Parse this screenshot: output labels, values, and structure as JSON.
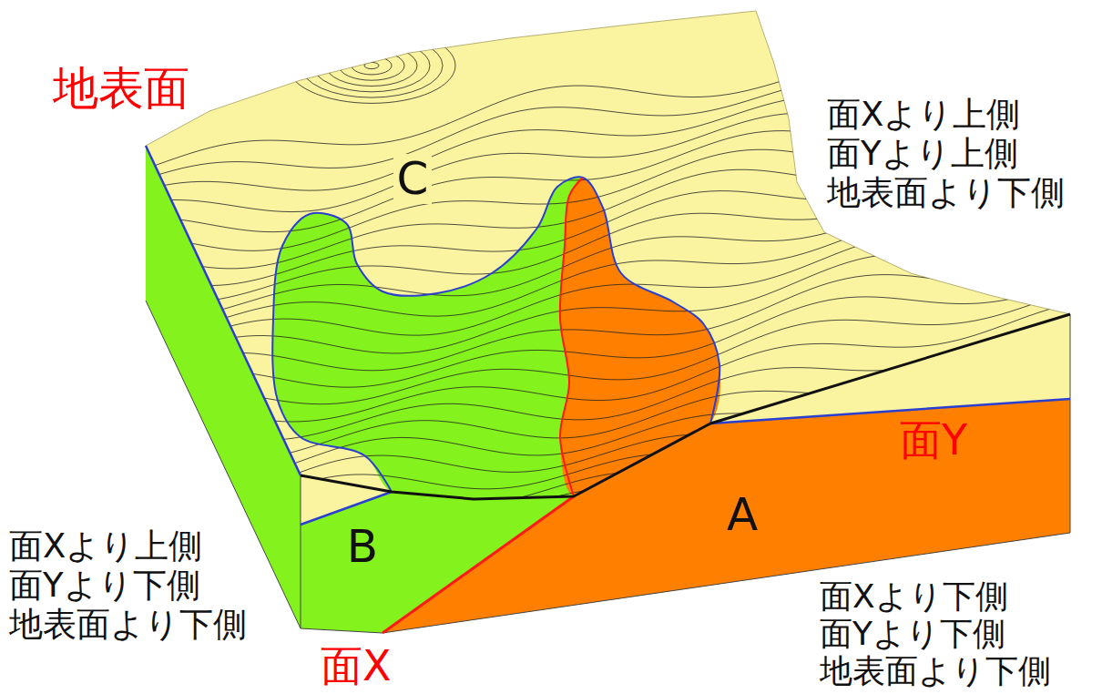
{
  "diagram": {
    "labels": [
      "地表面",
      "C",
      "面Xより上側 面Yより上側 地表面より下側",
      "面Y",
      "面Xより上側 面Yより下側 地表面より下側",
      "B",
      "A",
      "面X",
      "面Xより下側 面Yより下側 地表面より下側"
    ]
  }
}
